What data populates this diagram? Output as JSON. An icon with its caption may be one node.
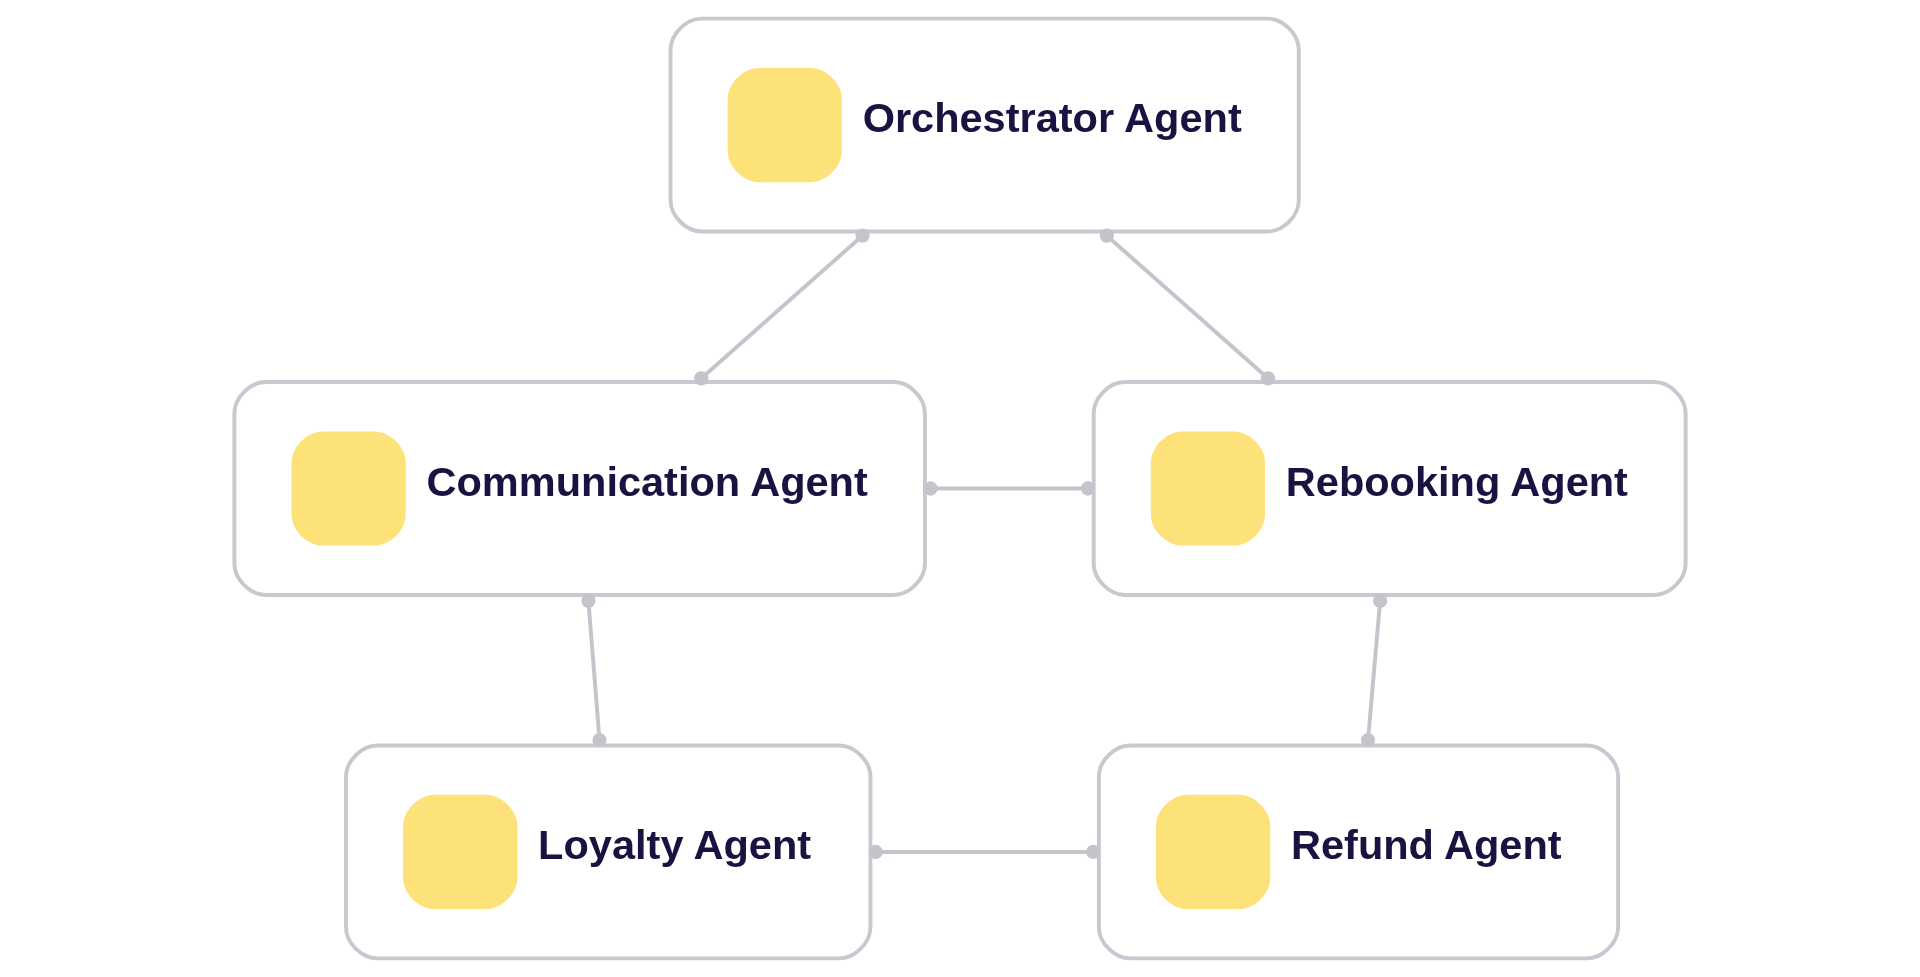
{
  "diagram": {
    "nodes": [
      {
        "text": [
          "Orchestrator Agent"
        ]
      },
      {
        "text": [
          "Communication Agent"
        ]
      },
      {
        "text": [
          "Rebooking Agent"
        ]
      },
      {
        "text": [
          "Loyalty Agent"
        ]
      },
      {
        "text": [
          "Refund Agent"
        ]
      }
    ],
    "edges": [
      {
        "from": 0,
        "to": 1,
        "arrow": "other"
      },
      {
        "from": 0,
        "to": 2,
        "arrow": "other"
      },
      {
        "from": 1,
        "to": 2,
        "arrow": "other"
      },
      {
        "from": 1,
        "to": 3,
        "arrow": "other"
      },
      {
        "from": 2,
        "to": 4,
        "arrow": "other"
      },
      {
        "from": 3,
        "to": 4,
        "arrow": "other"
      }
    ]
  }
}
